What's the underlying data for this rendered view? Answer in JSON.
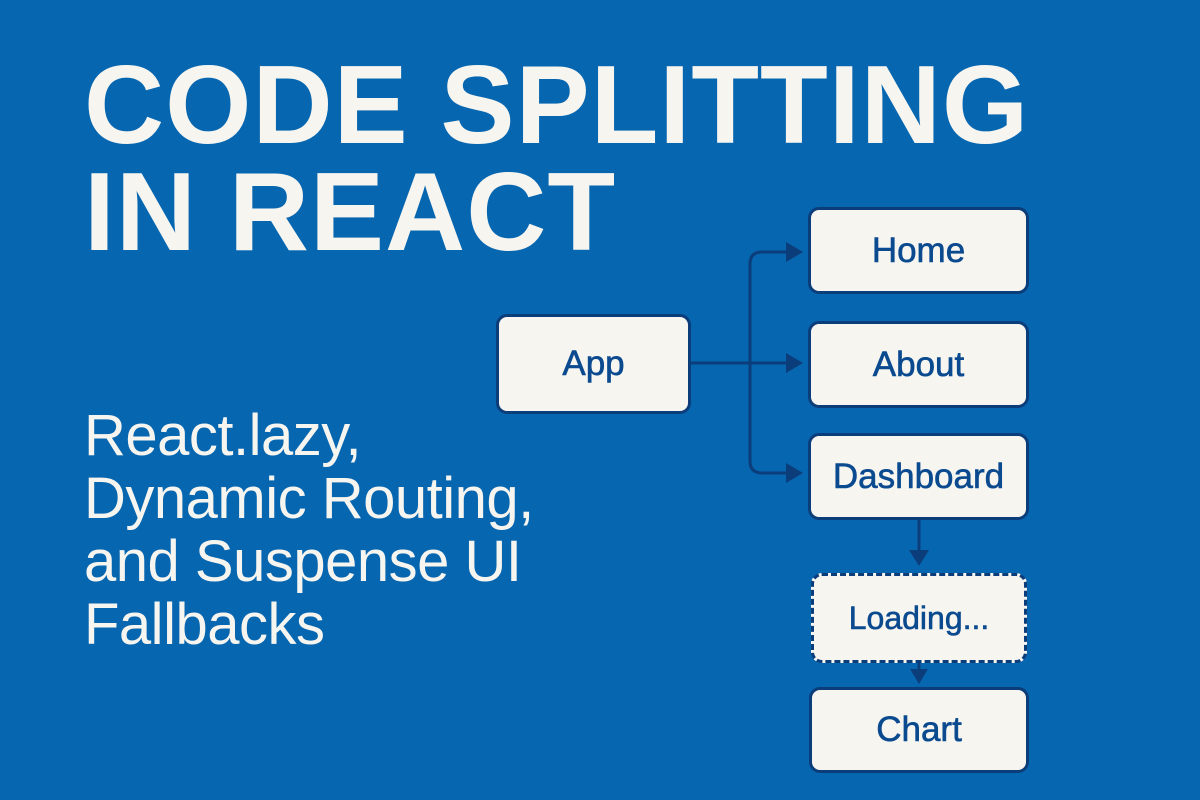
{
  "title": {
    "line1": "CODE SPLITTING",
    "line2": "IN REACT"
  },
  "subtitle": {
    "line1": "React.lazy,",
    "line2": "Dynamic Routing,",
    "line3": "and Suspense UI",
    "line4": "Fallbacks"
  },
  "diagram": {
    "nodes": {
      "app": "App",
      "home": "Home",
      "about": "About",
      "dashboard": "Dashboard",
      "loading": "Loading...",
      "chart": "Chart"
    },
    "edges": [
      {
        "from": "App",
        "to": "Home"
      },
      {
        "from": "App",
        "to": "About"
      },
      {
        "from": "App",
        "to": "Dashboard"
      },
      {
        "from": "Dashboard",
        "to": "Loading..."
      },
      {
        "from": "Loading...",
        "to": "Chart"
      }
    ]
  },
  "colors": {
    "background": "#0766b0",
    "text": "#f6f5f0",
    "node_fill": "#f6f5f0",
    "node_border": "#0b3d7a",
    "node_text": "#0b4a8f",
    "arrow": "#0b3d7a"
  }
}
